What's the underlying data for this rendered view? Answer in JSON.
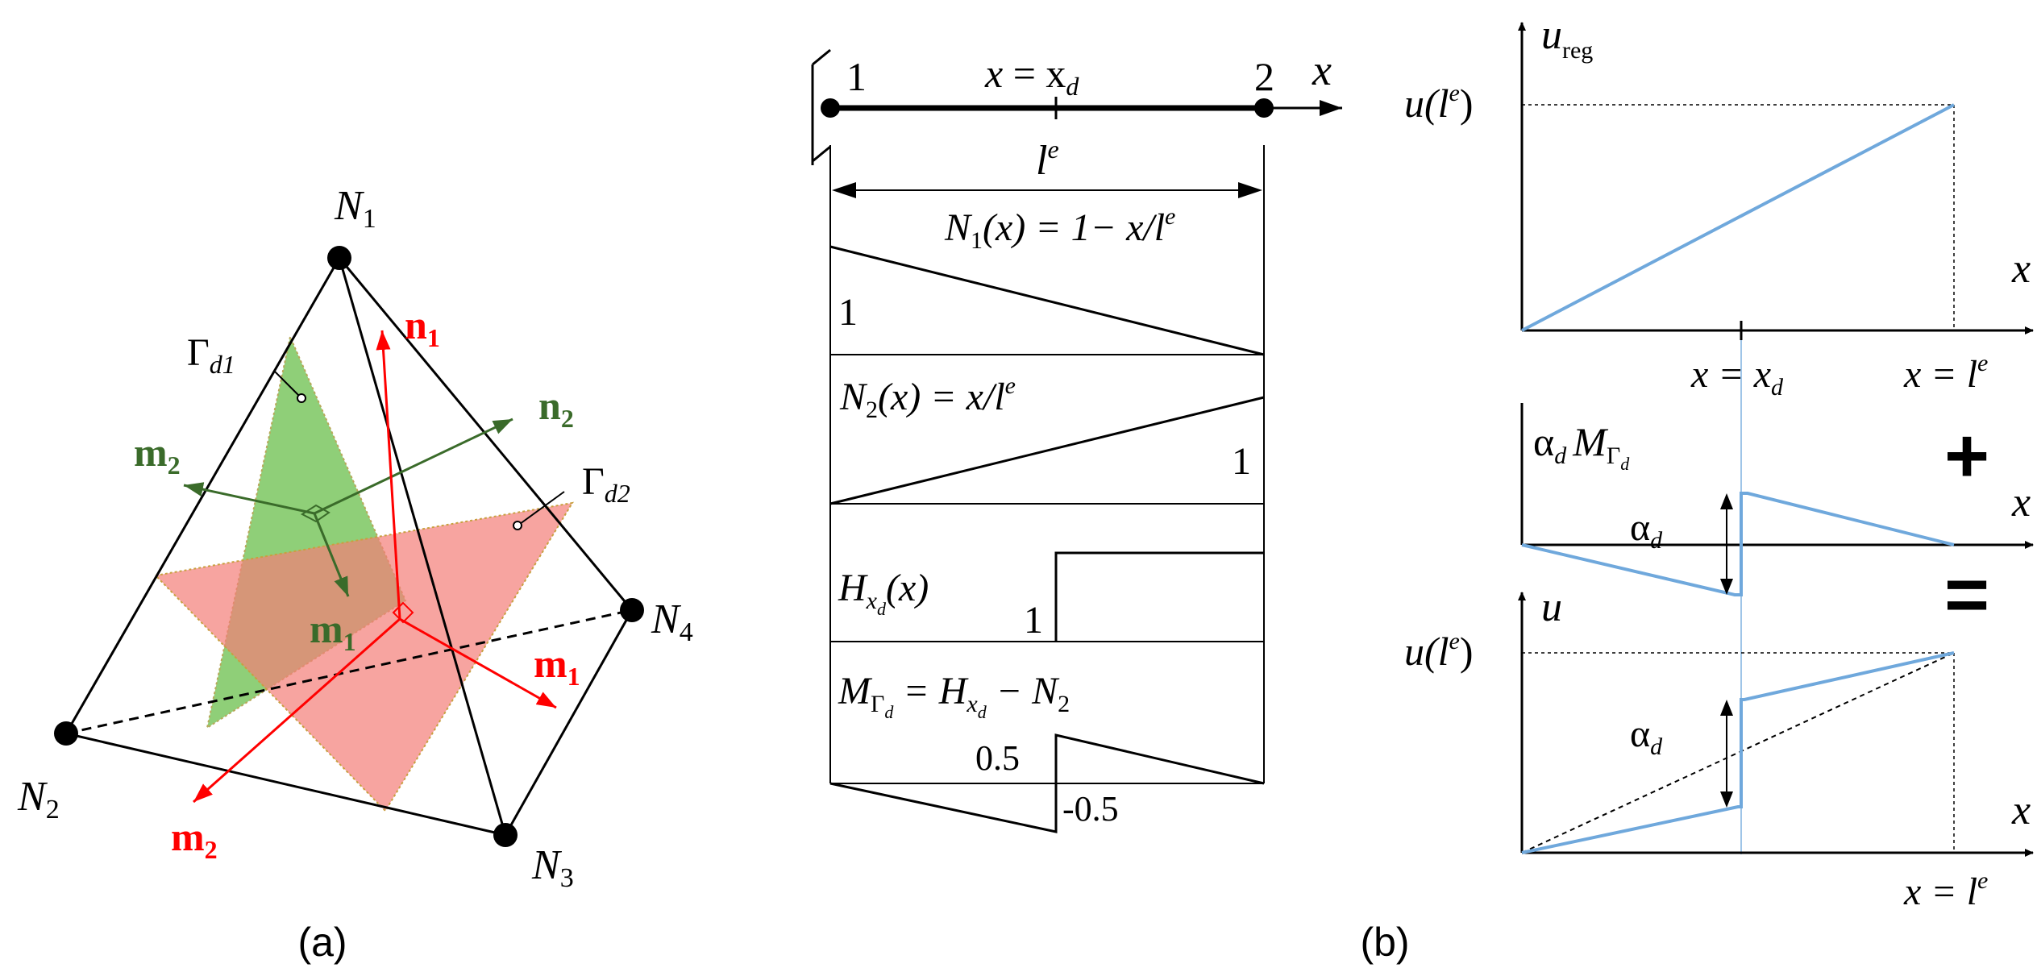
{
  "panel_a": {
    "caption": "(a)",
    "nodes": {
      "n1": {
        "main": "N",
        "sub": "1"
      },
      "n2": {
        "main": "N",
        "sub": "2"
      },
      "n3": {
        "main": "N",
        "sub": "3"
      },
      "n4": {
        "main": "N",
        "sub": "4"
      }
    },
    "surfaces": {
      "gamma_d1": {
        "main": "Γ",
        "sub": "d1"
      },
      "gamma_d2": {
        "main": "Γ",
        "sub": "d2"
      }
    },
    "vectors": {
      "green_n2": {
        "main": "n",
        "sub": "2"
      },
      "green_m2": {
        "main": "m",
        "sub": "2"
      },
      "green_m1": {
        "main": "m",
        "sub": "1"
      },
      "red_n1": {
        "main": "n",
        "sub": "1"
      },
      "red_m1": {
        "main": "m",
        "sub": "1"
      },
      "red_m2": {
        "main": "m",
        "sub": "2"
      }
    },
    "colors": {
      "green_vector": "#3a6b2a",
      "red_vector": "#ff0000",
      "green_fill": "#6abf4b",
      "red_fill": "#f47e78"
    }
  },
  "panel_b": {
    "caption": "(b)",
    "beam": {
      "node1": "1",
      "node2": "2",
      "x_axis": "x",
      "xd_eq": "x",
      "xd_eq_rest": " = x",
      "xd_sub": "d",
      "le_main": "l",
      "le_sup": "e"
    },
    "shapes": {
      "n1_expr": {
        "pre": "N",
        "sub": "1",
        "post": "(x) = 1− x/l",
        "sup": "e"
      },
      "n1_value": "1",
      "n2_expr": {
        "pre": "N",
        "sub": "2",
        "post": "(x) = x/l",
        "sup": "e"
      },
      "n2_value": "1",
      "h_expr": {
        "pre": "H",
        "sub": "x",
        "subsub": "d",
        "post": "(x)"
      },
      "h_value": "1",
      "m_expr": {
        "pre": "M",
        "sub": "Γ",
        "subsub": "d",
        "mid": " = H",
        "sub2": "x",
        "subsub2": "d",
        "post": " − N",
        "sub3": "2"
      },
      "m_top": "0.5",
      "m_bottom": "-0.5"
    },
    "right_plots": {
      "top": {
        "ylabel": {
          "main": "u",
          "sub": "reg"
        },
        "ytick": {
          "main": "u(l",
          "sup": "e",
          "close": ")"
        },
        "xlabel": "x",
        "xtick_xd": {
          "main": "x = x",
          "sub": "d"
        },
        "xtick_le": {
          "main": "x = l",
          "sup": "e"
        }
      },
      "middle": {
        "ylabel": {
          "alpha": "α",
          "alpha_sub": "d",
          "main": "M",
          "sub": "Γ",
          "subsub": "d"
        },
        "jump": {
          "main": "α",
          "sub": "d"
        },
        "xlabel": "x",
        "operator": "+"
      },
      "bottom": {
        "ylabel": "u",
        "ytick": {
          "main": "u(l",
          "sup": "e",
          "close": ")"
        },
        "jump": {
          "main": "α",
          "sub": "d"
        },
        "xlabel": "x",
        "xtick_le": {
          "main": "x = l",
          "sup": "e"
        },
        "operator": "="
      },
      "colors": {
        "curve": "#6fa8dc"
      }
    }
  }
}
